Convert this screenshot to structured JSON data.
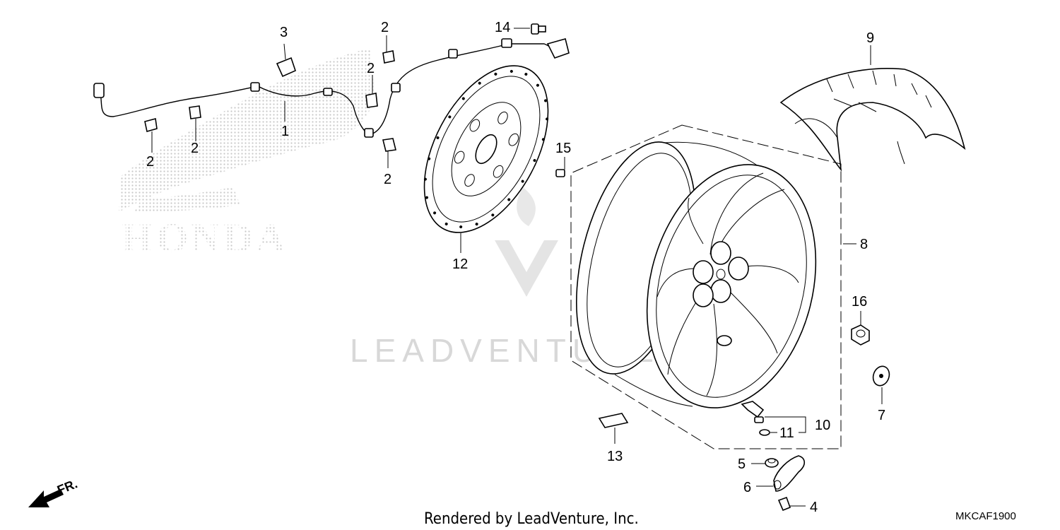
{
  "diagram": {
    "code": "MKCAF1900",
    "rendered_by": "Rendered by LeadVenture, Inc.",
    "watermark": "LEADVENTURE",
    "brand_background_text": "HONDA",
    "front_direction_label": "FR.",
    "callouts": [
      {
        "id": "c1",
        "label": "1"
      },
      {
        "id": "c2a",
        "label": "2"
      },
      {
        "id": "c2b",
        "label": "2"
      },
      {
        "id": "c2c",
        "label": "2"
      },
      {
        "id": "c2d",
        "label": "2"
      },
      {
        "id": "c2e",
        "label": "2"
      },
      {
        "id": "c3",
        "label": "3"
      },
      {
        "id": "c4",
        "label": "4"
      },
      {
        "id": "c5",
        "label": "5"
      },
      {
        "id": "c6",
        "label": "6"
      },
      {
        "id": "c7",
        "label": "7"
      },
      {
        "id": "c8",
        "label": "8"
      },
      {
        "id": "c9",
        "label": "9"
      },
      {
        "id": "c10",
        "label": "10"
      },
      {
        "id": "c11",
        "label": "11"
      },
      {
        "id": "c12",
        "label": "12"
      },
      {
        "id": "c13",
        "label": "13"
      },
      {
        "id": "c14",
        "label": "14"
      },
      {
        "id": "c15",
        "label": "15"
      },
      {
        "id": "c16",
        "label": "16"
      }
    ]
  }
}
